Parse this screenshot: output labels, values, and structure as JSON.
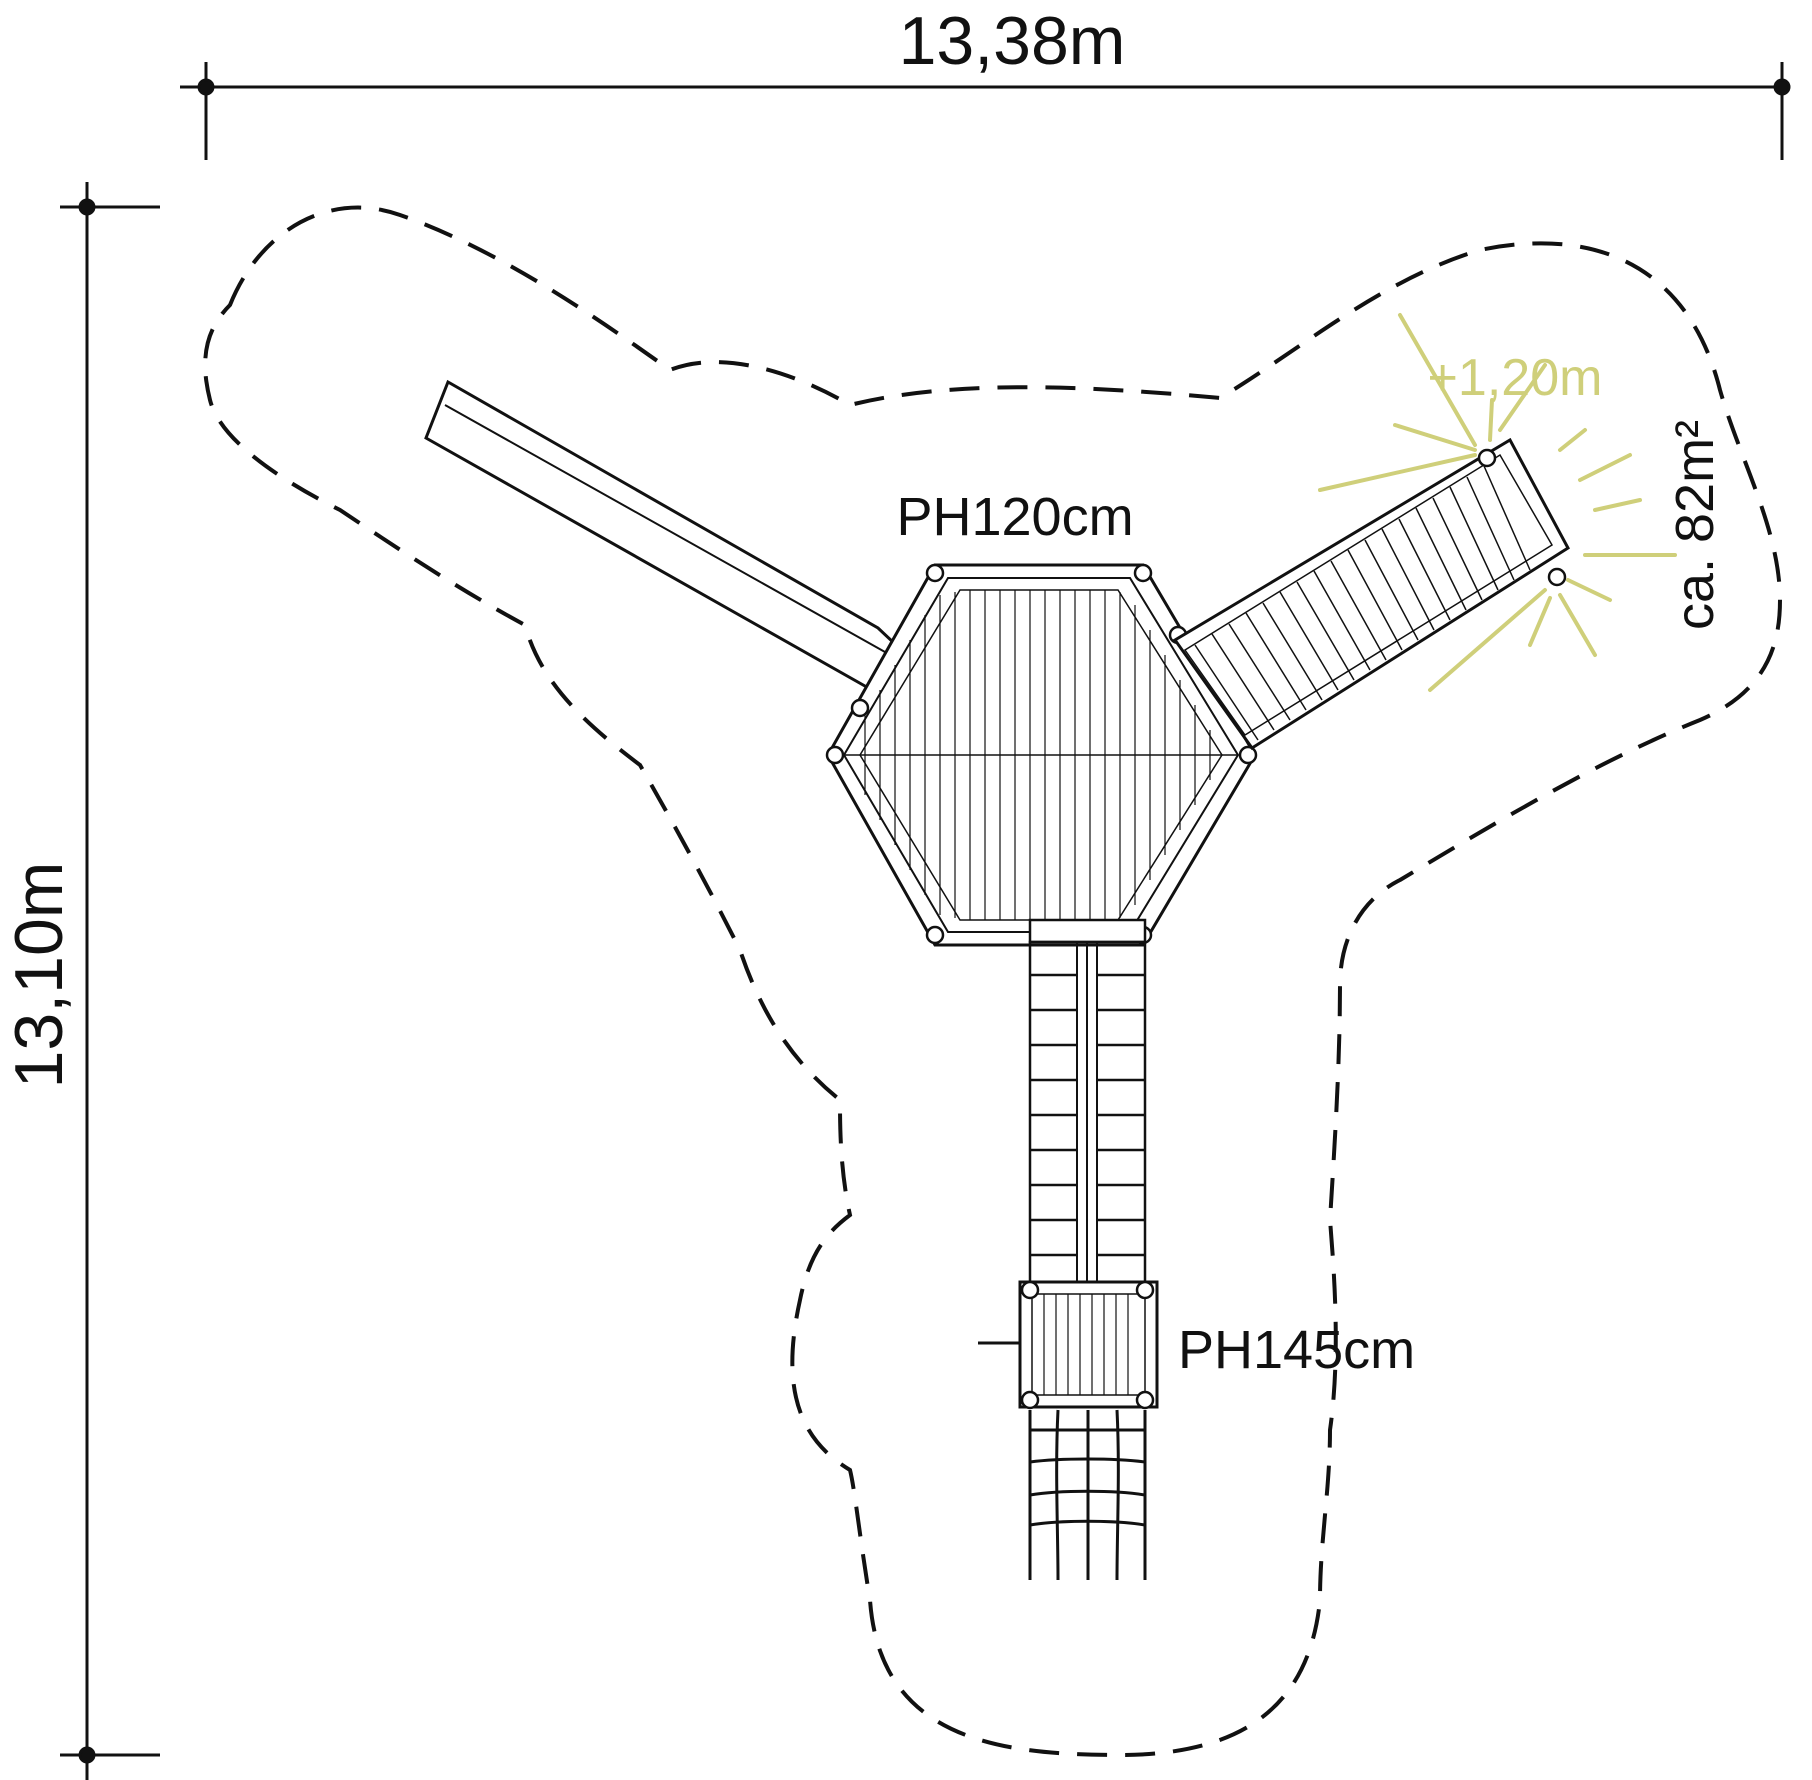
{
  "dimensions": {
    "width_label": "13,38m",
    "height_label": "13,10m"
  },
  "platforms": {
    "main_height": "PH120cm",
    "tower_height": "PH145cm"
  },
  "fall_zone": {
    "area_label": "ca. 82m²",
    "line_style": "dashed"
  },
  "climbing_wall": {
    "height_label": "+1,20m"
  },
  "colors": {
    "line": "#111111",
    "highlight": "#cfcf7a",
    "background": "#ffffff"
  }
}
